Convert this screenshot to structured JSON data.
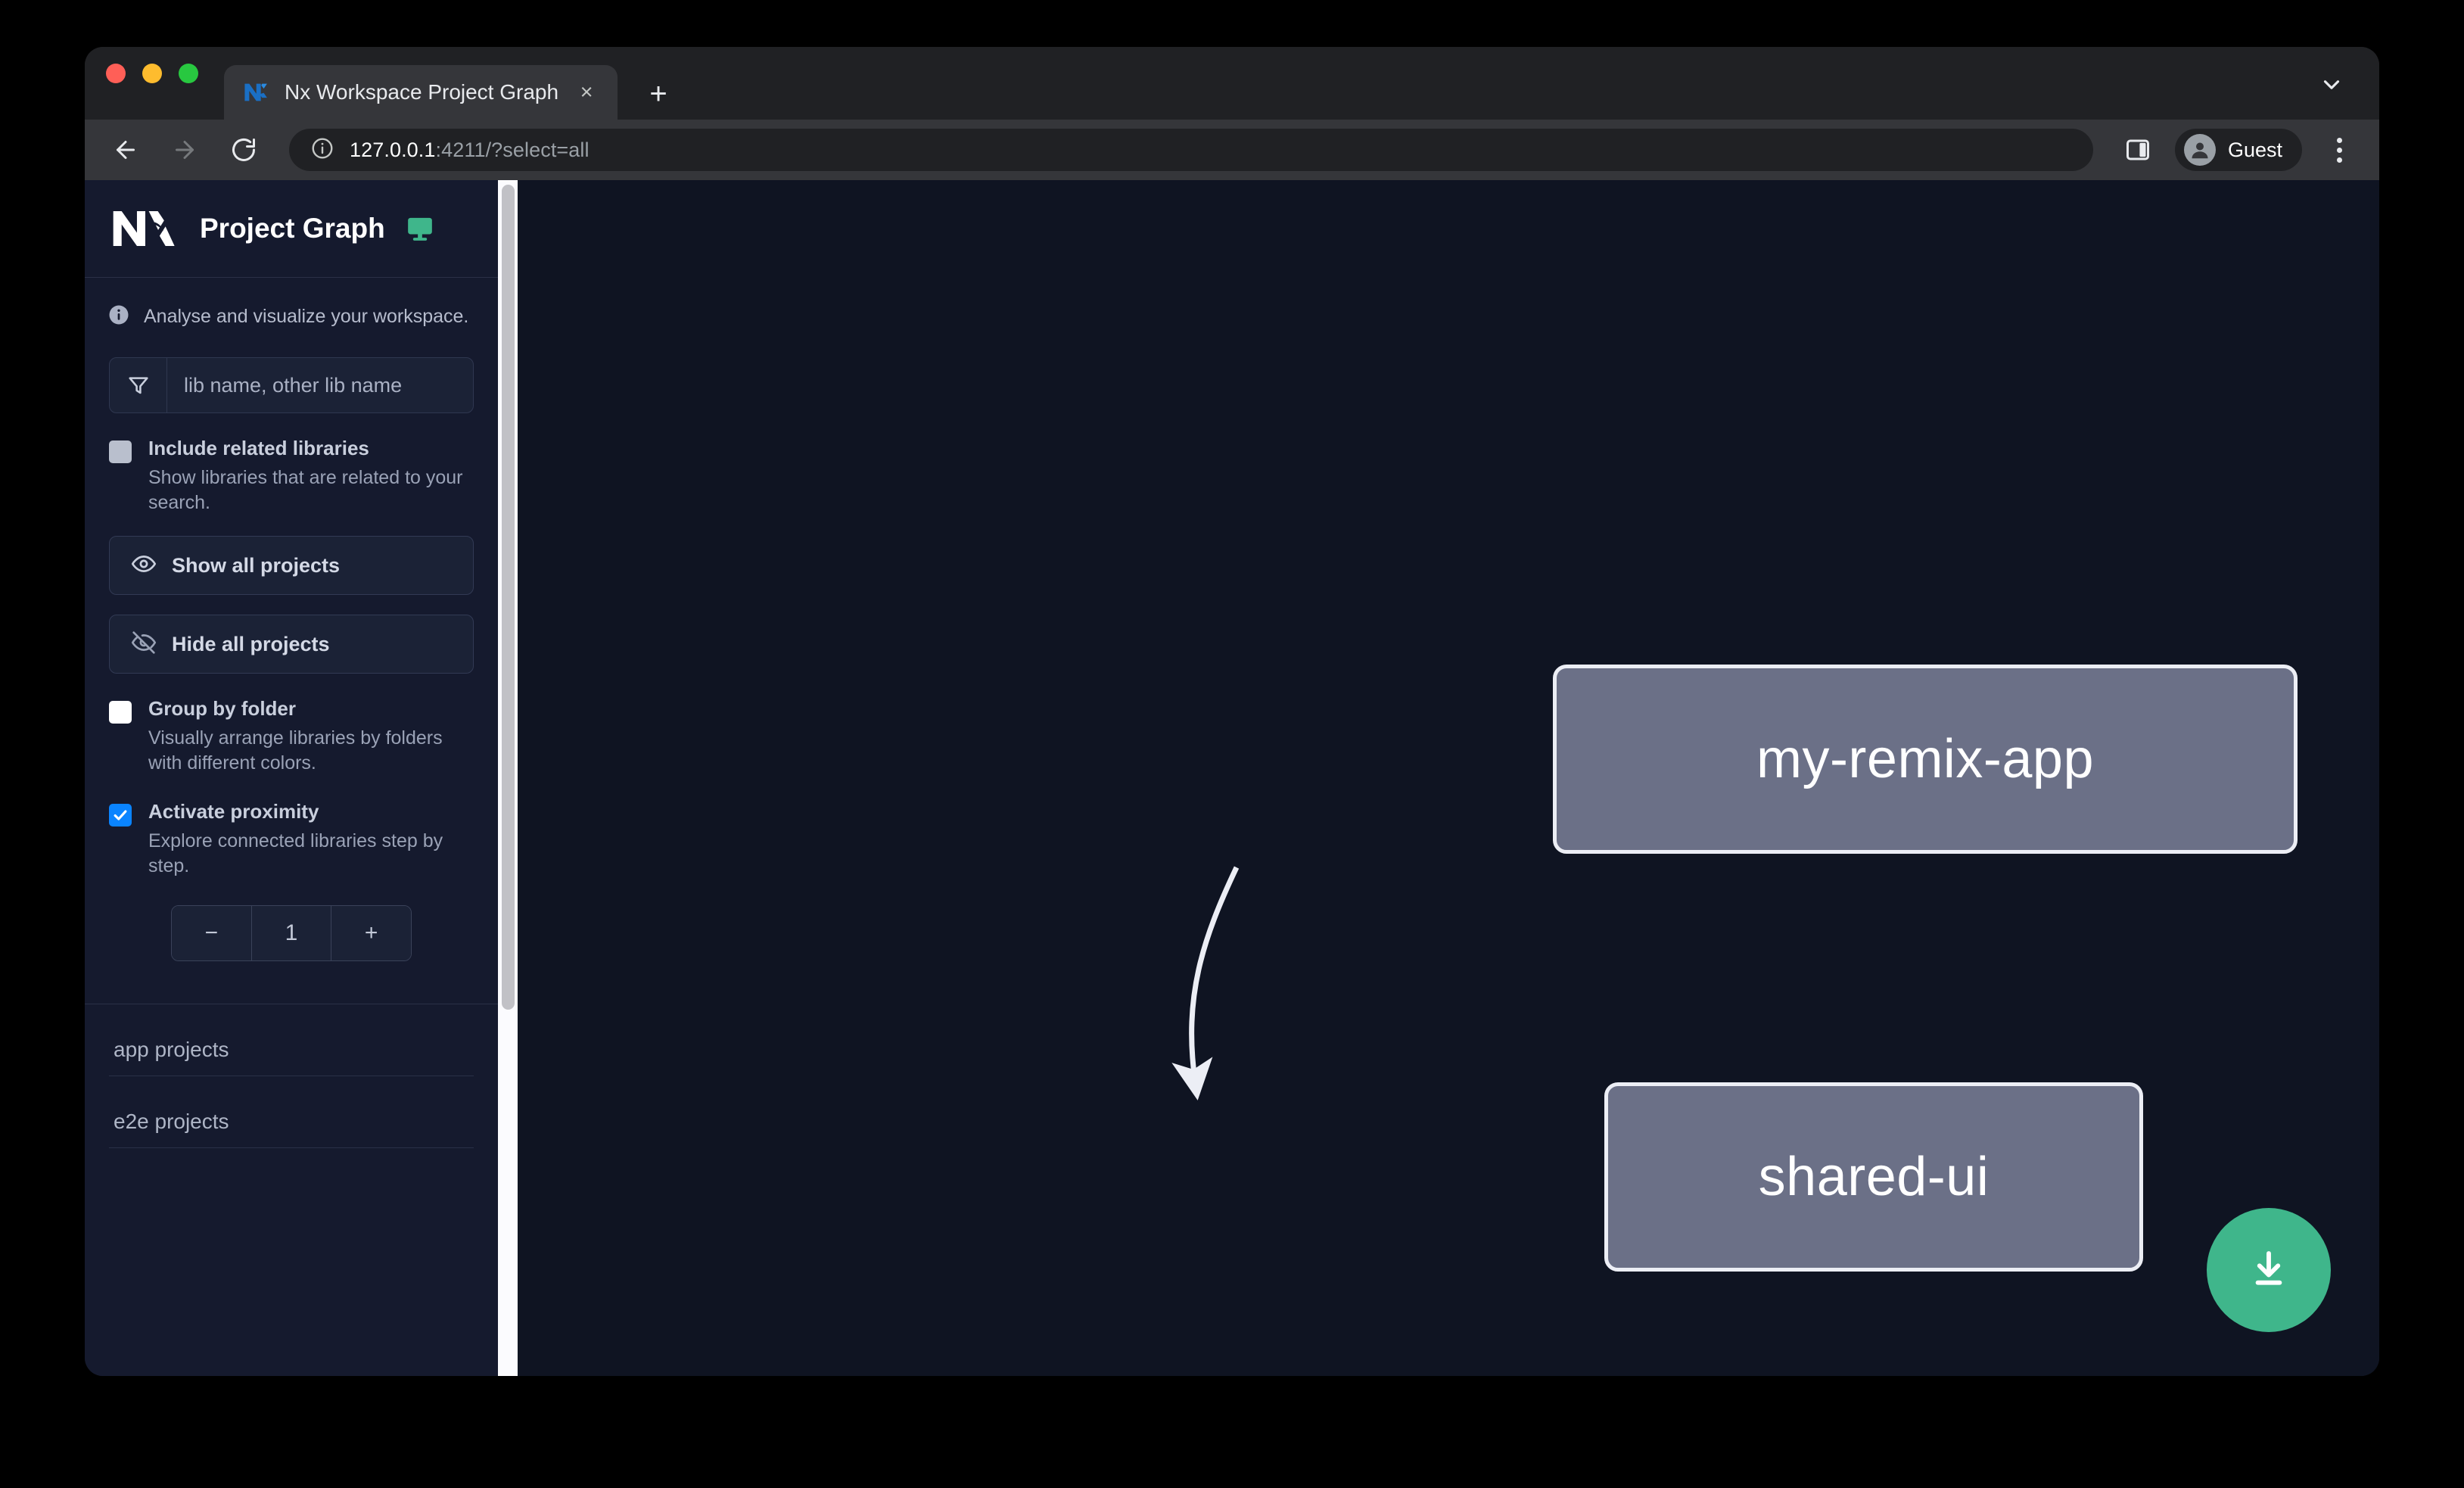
{
  "browser": {
    "tab": {
      "title": "Nx Workspace Project Graph",
      "favicon": "nx-favicon",
      "close_label": "×",
      "new_tab_label": "+"
    },
    "toolbar": {
      "back_label": "←",
      "forward_label": "→",
      "reload_label": "⟳",
      "url_host": "127.0.0.1",
      "url_rest": ":4211/?select=all",
      "profile_name": "Guest"
    }
  },
  "sidebar": {
    "app_title": "Project Graph",
    "tagline": "Analyse and visualize your workspace.",
    "search": {
      "placeholder": "lib name, other lib name",
      "value": ""
    },
    "options": [
      {
        "label": "Include related libraries",
        "desc": "Show libraries that are related to your search.",
        "state": "disabled"
      },
      {
        "label": "Group by folder",
        "desc": "Visually arrange libraries by folders with different colors.",
        "state": "unchecked"
      },
      {
        "label": "Activate proximity",
        "desc": "Explore connected libraries step by step.",
        "state": "checked"
      }
    ],
    "buttons": [
      {
        "label": "Show all projects",
        "icon": "eye-icon"
      },
      {
        "label": "Hide all projects",
        "icon": "eye-slash-icon"
      }
    ],
    "stepper": {
      "decrement_label": "−",
      "value": "1",
      "increment_label": "+"
    },
    "sections": [
      {
        "label": "app projects"
      },
      {
        "label": "e2e projects"
      }
    ]
  },
  "graph": {
    "nodes": [
      {
        "id": "my-remix-app",
        "label": "my-remix-app"
      },
      {
        "id": "shared-ui",
        "label": "shared-ui"
      }
    ],
    "edges": [
      {
        "from": "my-remix-app",
        "to": "shared-ui"
      }
    ],
    "download_button": "download-icon"
  },
  "colors": {
    "accent_green": "#3fb68b",
    "checkbox_checked": "#0a84ff",
    "node_fill": "#6b7087",
    "node_border": "#eceef5",
    "canvas_bg": "#0f1422",
    "sidebar_bg": "#151a2e"
  }
}
